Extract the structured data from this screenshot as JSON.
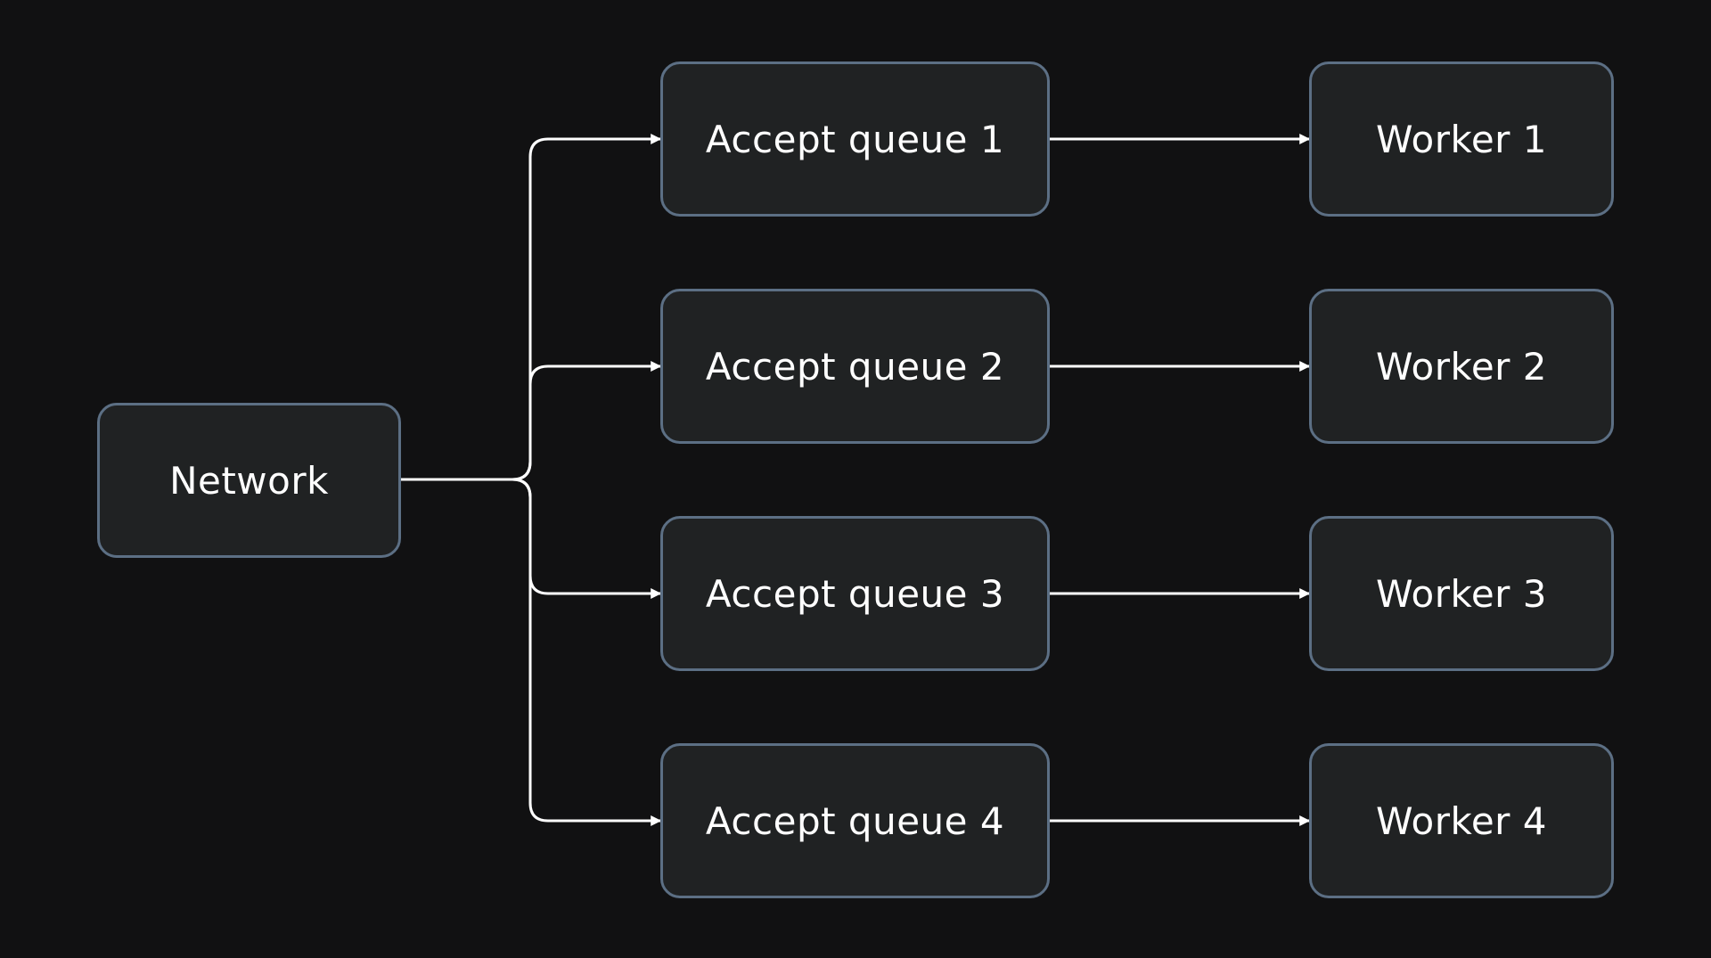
{
  "diagram": {
    "source": {
      "label": "Network"
    },
    "queues": [
      {
        "label": "Accept queue 1"
      },
      {
        "label": "Accept queue 2"
      },
      {
        "label": "Accept queue 3"
      },
      {
        "label": "Accept queue 4"
      }
    ],
    "workers": [
      {
        "label": "Worker 1"
      },
      {
        "label": "Worker 2"
      },
      {
        "label": "Worker 3"
      },
      {
        "label": "Worker 4"
      }
    ],
    "colors": {
      "background": "#111112",
      "node_fill": "#202223",
      "node_border": "#5c6f84",
      "connector": "#ffffff",
      "text": "#ffffff"
    }
  }
}
